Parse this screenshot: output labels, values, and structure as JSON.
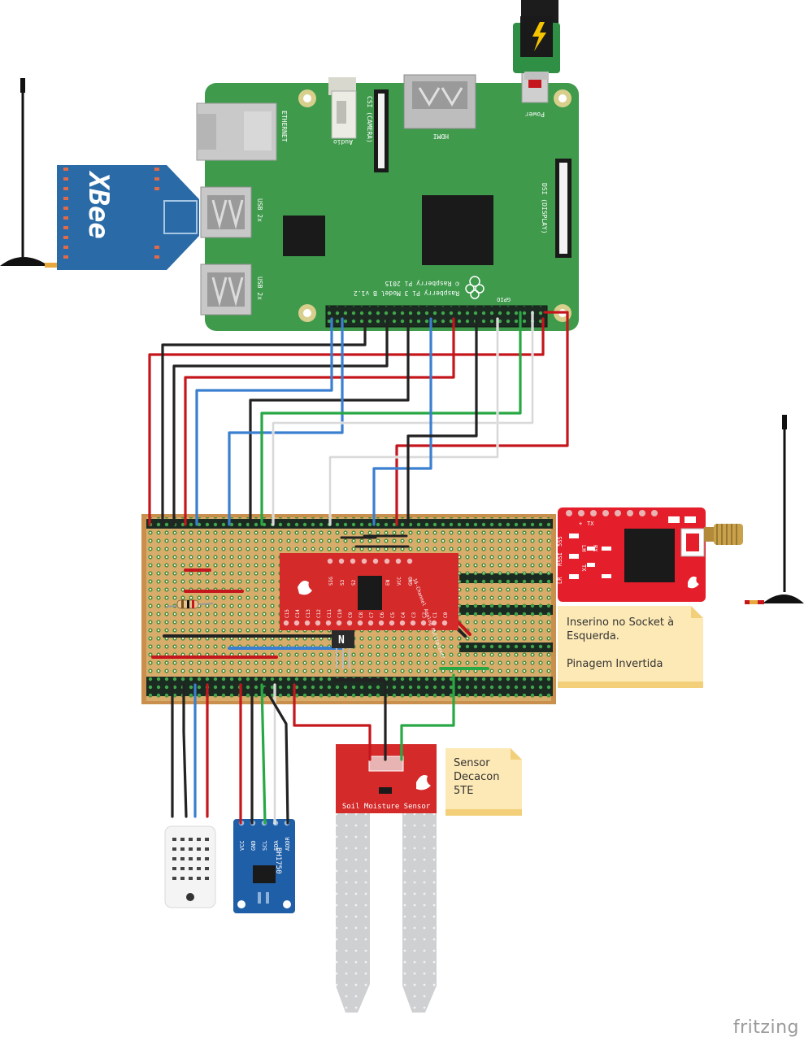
{
  "pi_board": {
    "ports": {
      "ethernet": "ETHERNET",
      "usb_upper": "USB 2x",
      "usb_lower": "USB 2x",
      "audio": "Audio",
      "camera": "CSI (CAMERA)",
      "hdmi": "HDMI",
      "power": "Power",
      "display": "DSI (DISPLAY)",
      "gpio": "GPIO"
    },
    "model_line1": "Raspberry Pi 3 Model B v1.2",
    "model_line2": "© Raspberry Pi 2015"
  },
  "xbee": {
    "logo": "XBee"
  },
  "multiplexer": {
    "title": "16-Channel Analog Multiplexer",
    "top_pins": [
      "SIG",
      "S3",
      "S2",
      "S1",
      "S0",
      "EN",
      "VCC",
      "GND"
    ],
    "bottom_pins": [
      "C15",
      "C14",
      "C13",
      "C12",
      "C11",
      "C10",
      "C9",
      "C8",
      "C7",
      "C6",
      "C5",
      "C4",
      "C3",
      "C2",
      "C1",
      "C0"
    ]
  },
  "radio_module": {
    "labels": [
      "+",
      "TX",
      "5SS",
      "RSSI",
      "LH",
      "TX",
      "RX",
      "LR"
    ]
  },
  "bh1750": {
    "name": "BH1750",
    "pins": [
      "VCC",
      "GND",
      "SCL",
      "SDA",
      "ADDR"
    ]
  },
  "soil_sensor": {
    "label": "Soil Moisture Sensor"
  },
  "notes": {
    "radio_line1": "Inserino no Socket à",
    "radio_line2": "Esquerda.",
    "radio_line3": "Pinagem Invertida",
    "sensor_line1": "Sensor",
    "sensor_line2": "Decacon",
    "sensor_line3": "5TE"
  },
  "watermark": "fritzing",
  "colors": {
    "pi_green": "#3f9a4c",
    "perfboard": "#d4a96a",
    "sparkfun_red": "#d42a2a",
    "xbee_blue": "#2a6aa6",
    "bh1750_blue": "#1f5fa8",
    "note_yellow": "#fde9b5",
    "wire_red": "#c4161c",
    "wire_black": "#222222",
    "wire_blue": "#3a7fd0",
    "wire_green": "#27a844",
    "wire_white": "#ececec"
  }
}
